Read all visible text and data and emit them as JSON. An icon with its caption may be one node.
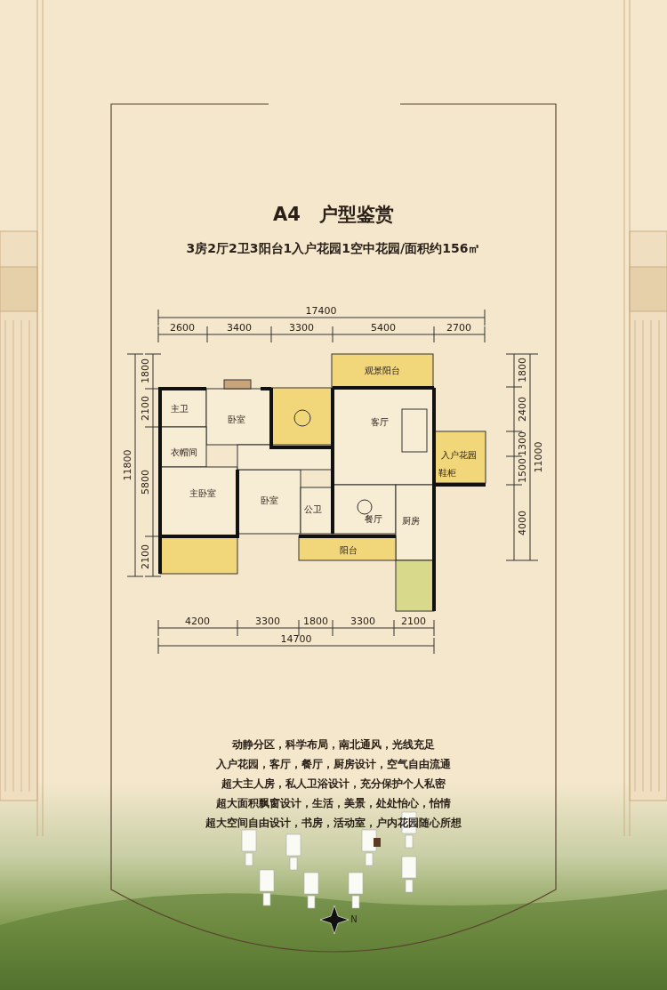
{
  "diagram": {
    "title": "A4　户型鉴赏",
    "labels": [
      "3房2厅2卫3阳台1入户花园1空中花园/面积约156㎡",
      "17400",
      "2600",
      "3400",
      "3300",
      "5400",
      "2700",
      "1800",
      "2100",
      "5800",
      "2100",
      "11800",
      "1800",
      "2400",
      "1300",
      "1500",
      "4000",
      "11000",
      "观景阳台",
      "主卫",
      "卧室",
      "客厅",
      "衣帽间",
      "入户花园",
      "鞋柜",
      "主卧室",
      "卧室",
      "公卫",
      "餐厅",
      "厨房",
      "阳台",
      "4200",
      "3300",
      "1800",
      "3300",
      "2100",
      "14700",
      "动静分区，科学布局，南北通风，光线充足",
      "入户花园，客厅，餐厅，厨房设计，空气自由流通",
      "超大主人房，私人卫浴设计，充分保护个人私密",
      "超大面积飘窗设计，生活，美景，处处怡心，怡情",
      "超大空间自由设计，书房，活动室，户内花园随心所想",
      "N"
    ]
  }
}
